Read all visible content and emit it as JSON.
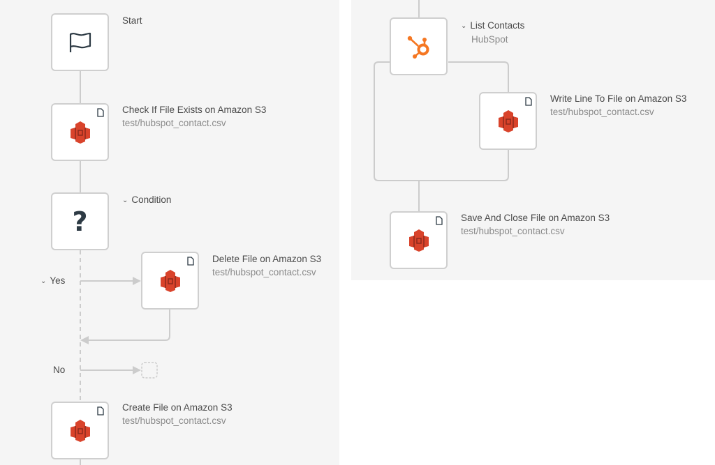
{
  "left": {
    "start": {
      "title": "Start",
      "icon": "flag-icon"
    },
    "check": {
      "title": "Check If File Exists on Amazon S3",
      "subtitle": "test/hubspot_contact.csv"
    },
    "condition": {
      "title": "Condition",
      "chevron": "⌄"
    },
    "yes_branch": {
      "label": "Yes",
      "chevron": "⌄"
    },
    "delete": {
      "title": "Delete File on Amazon S3",
      "subtitle": "test/hubspot_contact.csv"
    },
    "no_branch": {
      "label": "No"
    },
    "create": {
      "title": "Create File on Amazon S3",
      "subtitle": "test/hubspot_contact.csv"
    }
  },
  "right": {
    "list": {
      "title": "List Contacts",
      "subtitle": "HubSpot",
      "chevron": "⌄"
    },
    "write": {
      "title": "Write Line To File on Amazon S3",
      "subtitle": "test/hubspot_contact.csv"
    },
    "save": {
      "title": "Save And Close File on Amazon S3",
      "subtitle": "test/hubspot_contact.csv"
    }
  },
  "colors": {
    "s3": "#d9432b",
    "hubspot": "#f57722",
    "connector": "#cccccc",
    "panel": "#f5f5f5"
  }
}
